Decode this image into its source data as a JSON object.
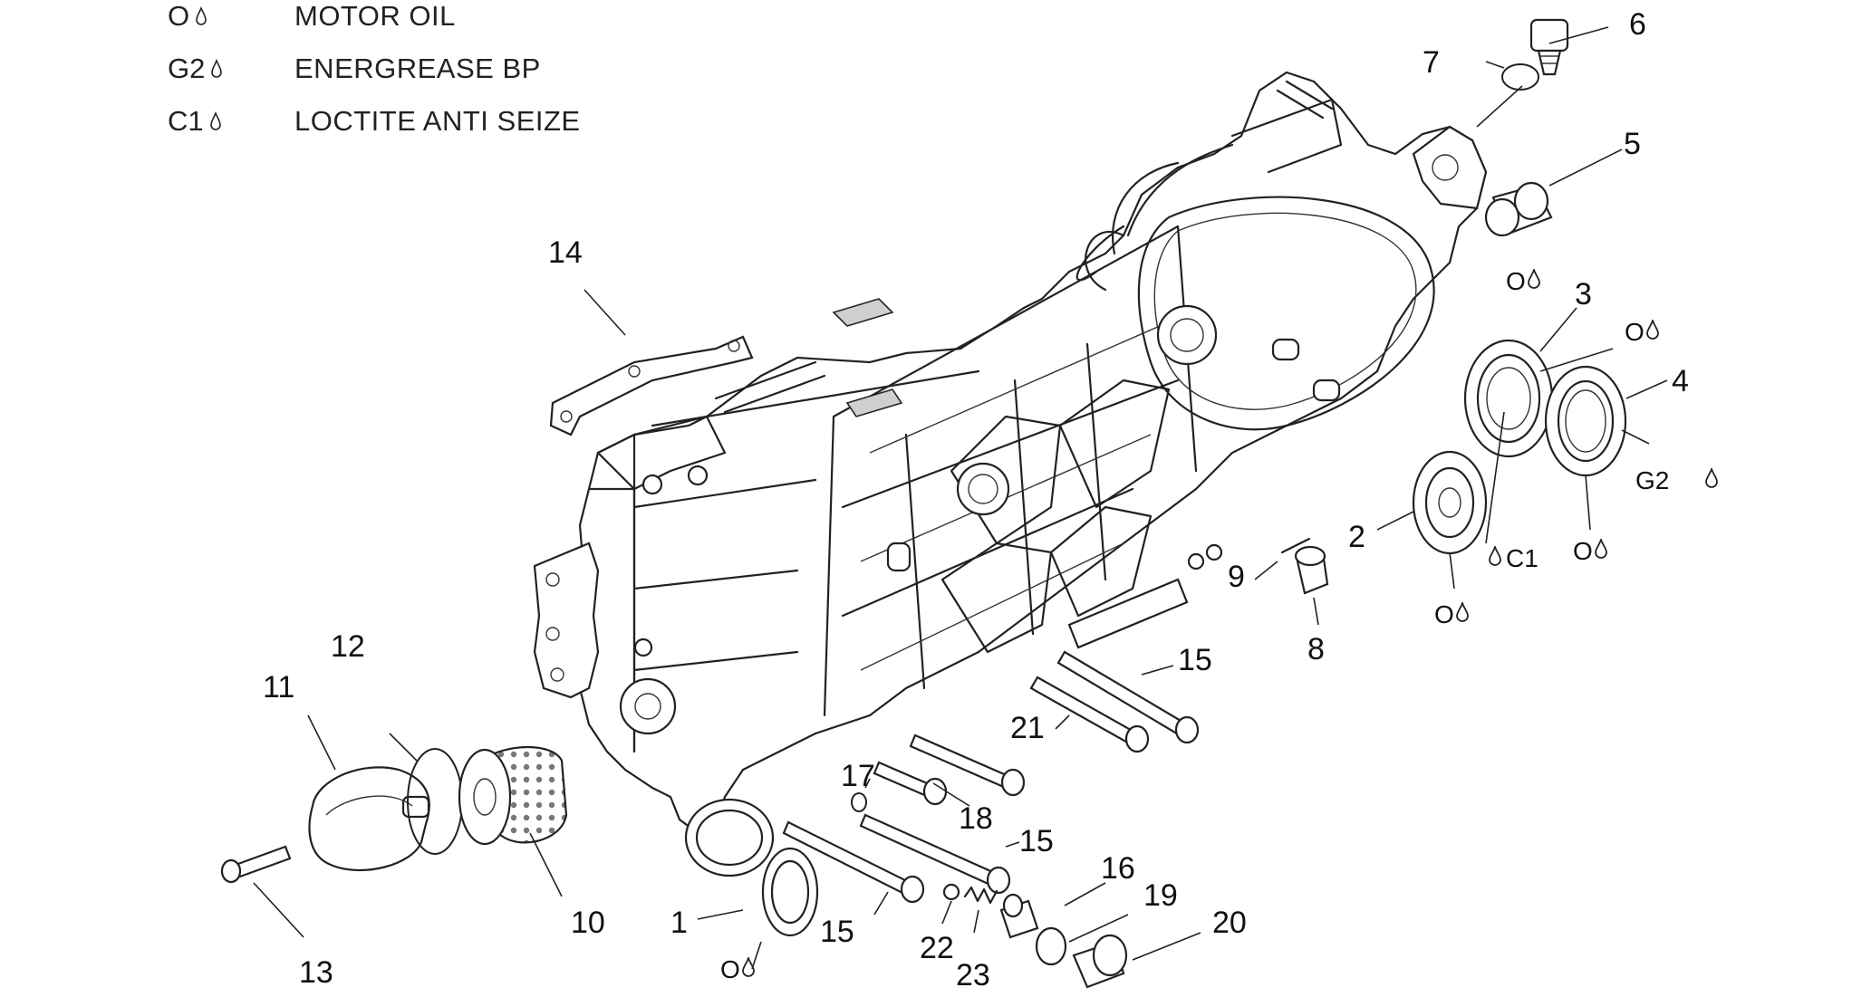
{
  "legend": [
    {
      "code": "O",
      "description": "MOTOR OIL"
    },
    {
      "code": "G2",
      "description": "ENERGREASE BP"
    },
    {
      "code": "C1",
      "description": "LOCTITE ANTI SEIZE"
    }
  ],
  "callouts": {
    "c1": "1",
    "c2": "2",
    "c3": "3",
    "c4": "4",
    "c5": "5",
    "c6": "6",
    "c7": "7",
    "c8": "8",
    "c9": "9",
    "c10": "10",
    "c11": "11",
    "c12": "12",
    "c13": "13",
    "c14": "14",
    "c15a": "15",
    "c15b": "15",
    "c15c": "15",
    "c16": "16",
    "c17": "17",
    "c18": "18",
    "c19": "19",
    "c20": "20",
    "c21": "21",
    "c22": "22",
    "c23": "23"
  },
  "spec_marks": {
    "m5": "O",
    "m3": "O",
    "m4g": "G2",
    "m4o": "O",
    "m2c": "C1",
    "m2o": "O",
    "m1": "O"
  },
  "colors": {
    "ink": "#222222",
    "background": "#ffffff"
  }
}
